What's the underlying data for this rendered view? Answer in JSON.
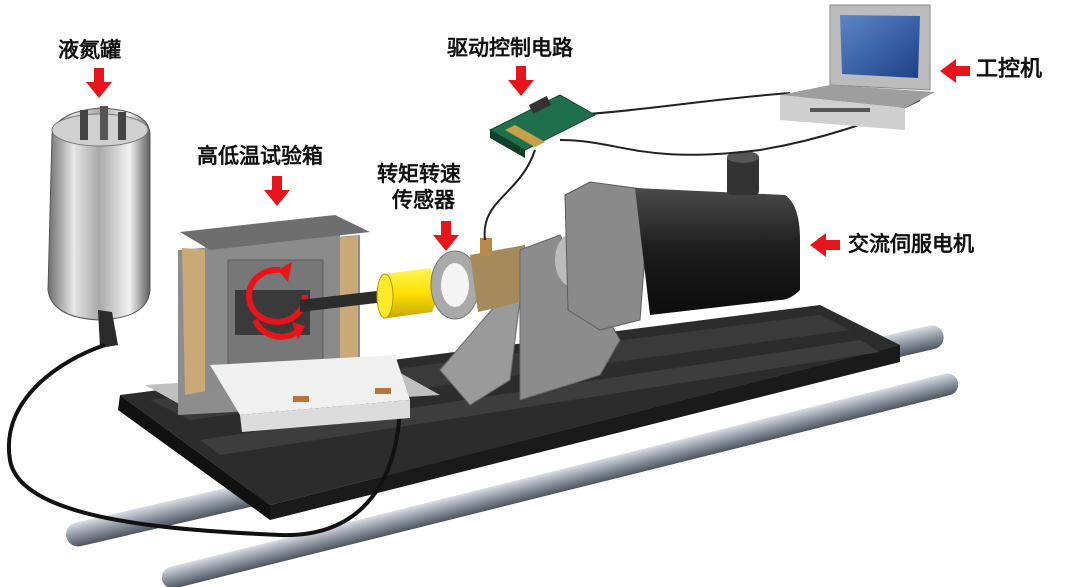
{
  "labels": {
    "ln2_tank": "液氮罐",
    "drive_circuit": "驱动控制电路",
    "ipc": "工控机",
    "chamber": "高低温试验箱",
    "sensor_line1": "转矩转速",
    "sensor_line2": "传感器",
    "motor": "交流伺服电机"
  },
  "colors": {
    "arrow": "#e8141b",
    "text": "#111111"
  }
}
